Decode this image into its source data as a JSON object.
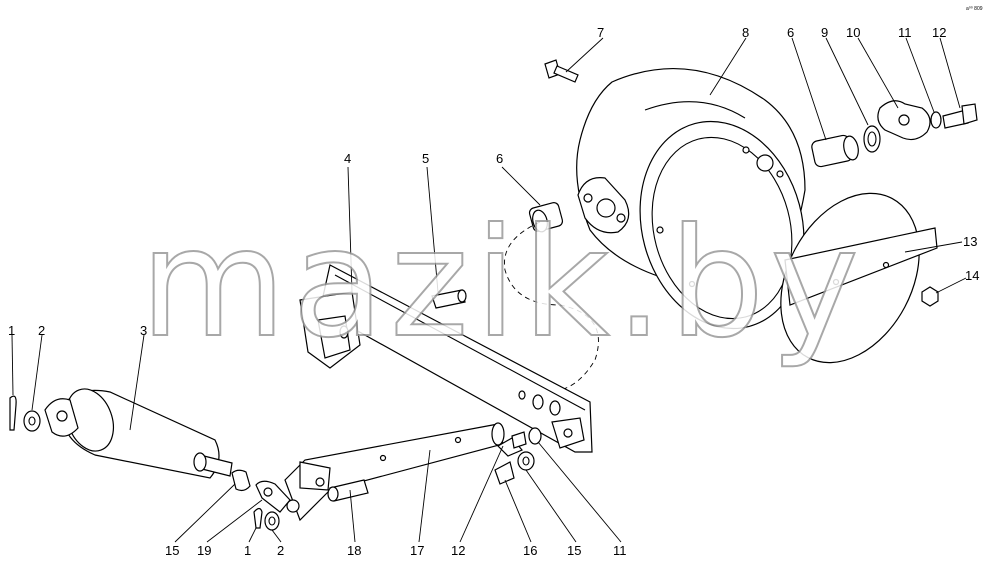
{
  "watermark": "mazik.by",
  "corner_mark": "a⁰⁰ 809",
  "callouts": [
    {
      "id": "c7",
      "text": "7"
    },
    {
      "id": "c8",
      "text": "8"
    },
    {
      "id": "c6t",
      "text": "6"
    },
    {
      "id": "c9",
      "text": "9"
    },
    {
      "id": "c10",
      "text": "10"
    },
    {
      "id": "c11t",
      "text": "11"
    },
    {
      "id": "c12t",
      "text": "12"
    },
    {
      "id": "c4",
      "text": "4"
    },
    {
      "id": "c5",
      "text": "5"
    },
    {
      "id": "c6m",
      "text": "6"
    },
    {
      "id": "c13",
      "text": "13"
    },
    {
      "id": "c14",
      "text": "14"
    },
    {
      "id": "c1l",
      "text": "1"
    },
    {
      "id": "c2l",
      "text": "2"
    },
    {
      "id": "c3",
      "text": "3"
    },
    {
      "id": "c15l",
      "text": "15"
    },
    {
      "id": "c19",
      "text": "19"
    },
    {
      "id": "c1b",
      "text": "1"
    },
    {
      "id": "c2b",
      "text": "2"
    },
    {
      "id": "c18",
      "text": "18"
    },
    {
      "id": "c17",
      "text": "17"
    },
    {
      "id": "c12b",
      "text": "12"
    },
    {
      "id": "c16",
      "text": "16"
    },
    {
      "id": "c15b",
      "text": "15"
    },
    {
      "id": "c11b",
      "text": "11"
    }
  ]
}
